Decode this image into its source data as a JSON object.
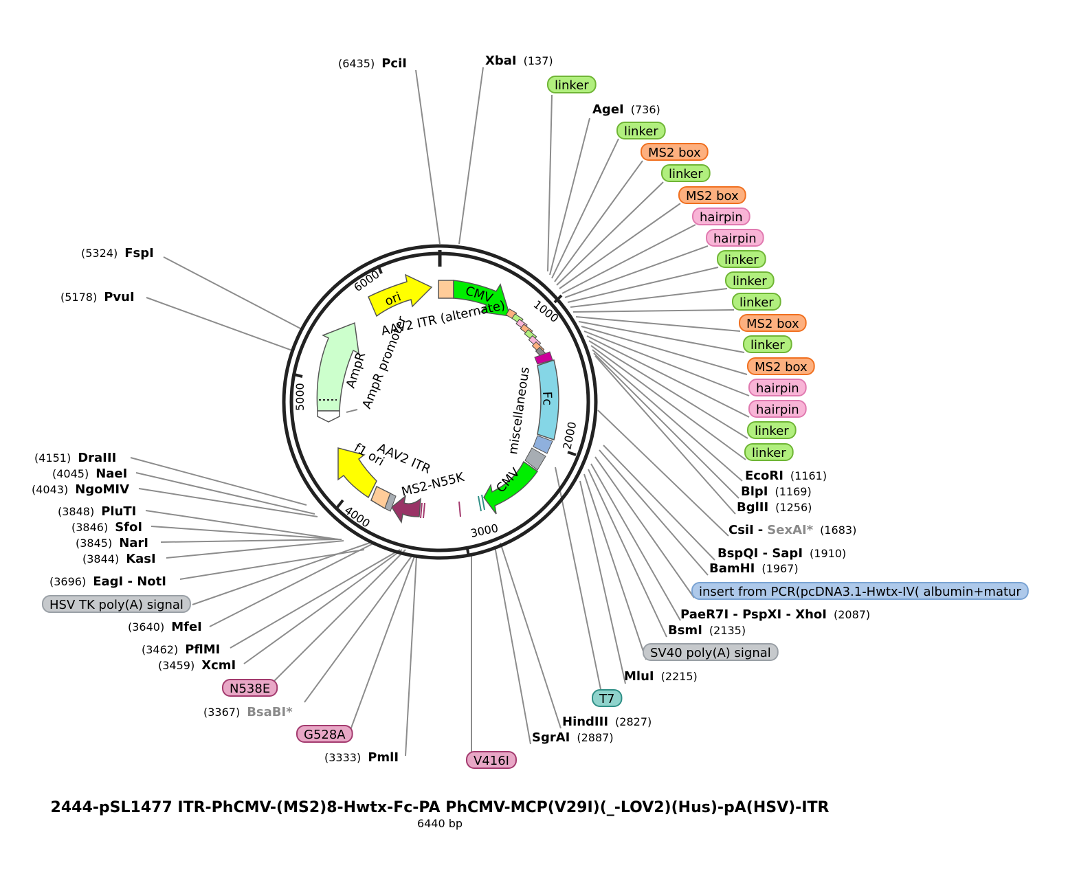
{
  "title": "2444-pSL1477 ITR-PhCMV-(MS2)8-Hwtx-Fc-PA PhCMV-MCP(V29I)(_-LOV2)(Hus)-pA(HSV)-ITR",
  "length_label": "6440 bp",
  "ticks": [
    "1000",
    "2000",
    "3000",
    "4000",
    "5000",
    "6000"
  ],
  "enzymes": [
    {
      "name": "PciI",
      "pos": "(6435)",
      "side": "left"
    },
    {
      "name": "XbaI",
      "pos": "(137)",
      "side": "right"
    },
    {
      "name": "AgeI",
      "pos": "(736)",
      "side": "right"
    },
    {
      "name": "EcoRI",
      "pos": "(1161)",
      "side": "right"
    },
    {
      "name": "BlpI",
      "pos": "(1169)",
      "side": "right"
    },
    {
      "name": "BglII",
      "pos": "(1256)",
      "side": "right"
    },
    {
      "name": "CsiI",
      "name2": "SexAI*",
      "pos": "(1683)",
      "side": "right"
    },
    {
      "name": "BspQI - SapI",
      "pos": "(1910)",
      "side": "right"
    },
    {
      "name": "BamHI",
      "pos": "(1967)",
      "side": "right"
    },
    {
      "name": "PaeR7I - PspXI - XhoI",
      "pos": "(2087)",
      "side": "right"
    },
    {
      "name": "BsmI",
      "pos": "(2135)",
      "side": "right"
    },
    {
      "name": "MluI",
      "pos": "(2215)",
      "side": "right"
    },
    {
      "name": "HindIII",
      "pos": "(2827)",
      "side": "right"
    },
    {
      "name": "SgrAI",
      "pos": "(2887)",
      "side": "right"
    },
    {
      "name": "PmlI",
      "pos": "(3333)",
      "side": "left"
    },
    {
      "name": "BsaBI*",
      "pos": "(3367)",
      "side": "left"
    },
    {
      "name": "XcmI",
      "pos": "(3459)",
      "side": "left"
    },
    {
      "name": "PflMI",
      "pos": "(3462)",
      "side": "left"
    },
    {
      "name": "MfeI",
      "pos": "(3640)",
      "side": "left"
    },
    {
      "name": "EagI - NotI",
      "pos": "(3696)",
      "side": "left"
    },
    {
      "name": "KasI",
      "pos": "(3844)",
      "side": "left"
    },
    {
      "name": "NarI",
      "pos": "(3845)",
      "side": "left"
    },
    {
      "name": "SfoI",
      "pos": "(3846)",
      "side": "left"
    },
    {
      "name": "PluTI",
      "pos": "(3848)",
      "side": "left"
    },
    {
      "name": "NgoMIV",
      "pos": "(4043)",
      "side": "left"
    },
    {
      "name": "NaeI",
      "pos": "(4045)",
      "side": "left"
    },
    {
      "name": "DraIII",
      "pos": "(4151)",
      "side": "left"
    },
    {
      "name": "PvuI",
      "pos": "(5178)",
      "side": "left"
    },
    {
      "name": "FspI",
      "pos": "(5324)",
      "side": "left"
    }
  ],
  "feature_labels": [
    {
      "text": "linker",
      "color": "#b1ef7e",
      "border": "#6fb535"
    },
    {
      "text": "linker",
      "color": "#b1ef7e",
      "border": "#6fb535"
    },
    {
      "text": "MS2 box",
      "color": "#fdb07f",
      "border": "#f07020"
    },
    {
      "text": "linker",
      "color": "#b1ef7e",
      "border": "#6fb535"
    },
    {
      "text": "MS2 box",
      "color": "#fdb07f",
      "border": "#f07020"
    },
    {
      "text": "hairpin",
      "color": "#f8b4d6",
      "border": "#e07ab0"
    },
    {
      "text": "hairpin",
      "color": "#f8b4d6",
      "border": "#e07ab0"
    },
    {
      "text": "linker",
      "color": "#b1ef7e",
      "border": "#6fb535"
    },
    {
      "text": "linker",
      "color": "#b1ef7e",
      "border": "#6fb535"
    },
    {
      "text": "linker",
      "color": "#b1ef7e",
      "border": "#6fb535"
    },
    {
      "text": "MS2 box",
      "color": "#fdb07f",
      "border": "#f07020"
    },
    {
      "text": "linker",
      "color": "#b1ef7e",
      "border": "#6fb535"
    },
    {
      "text": "MS2 box",
      "color": "#fdb07f",
      "border": "#f07020"
    },
    {
      "text": "hairpin",
      "color": "#f8b4d6",
      "border": "#e07ab0"
    },
    {
      "text": "hairpin",
      "color": "#f8b4d6",
      "border": "#e07ab0"
    },
    {
      "text": "linker",
      "color": "#b1ef7e",
      "border": "#6fb535"
    },
    {
      "text": "linker",
      "color": "#b1ef7e",
      "border": "#6fb535"
    },
    {
      "text": "insert from PCR(pcDNA3.1-Hwtx-IV( albumin+matur",
      "color": "#aec9ea",
      "border": "#7aa3d3"
    },
    {
      "text": "SV40 poly(A) signal",
      "color": "#c6c9cc",
      "border": "#9aa0a6"
    },
    {
      "text": "T7",
      "color": "#8fd3cc",
      "border": "#2f8f86"
    },
    {
      "text": "V416I",
      "color": "#e8a7c6",
      "border": "#a33a6e"
    },
    {
      "text": "G528A",
      "color": "#e8a7c6",
      "border": "#a33a6e"
    },
    {
      "text": "N538E",
      "color": "#e8a7c6",
      "border": "#a33a6e"
    },
    {
      "text": "HSV TK poly(A) signal",
      "color": "#c6c9cc",
      "border": "#9aa0a6"
    }
  ],
  "arc_labels": {
    "ori": "ori",
    "cmv1": "CMV",
    "itr_alt": "AAV2 ITR (alternate)",
    "ampr_prom": "AmpR promoter",
    "ampr": "AmpR",
    "misc": "miscellaneous",
    "fc": "Fc",
    "cmv2": "CMV",
    "ms2": "MS2-N55K",
    "itr": "AAV2 ITR",
    "f1": "f1 ori"
  },
  "colors": {
    "ori": "#ffff00",
    "cmv": "#00ee00",
    "itr": "#ffcc99",
    "ampr": "#ccffcc",
    "fc": "#85d6e6",
    "ms2": "#993366",
    "misc": "#a7adb3",
    "magenta": "#cc0099"
  }
}
